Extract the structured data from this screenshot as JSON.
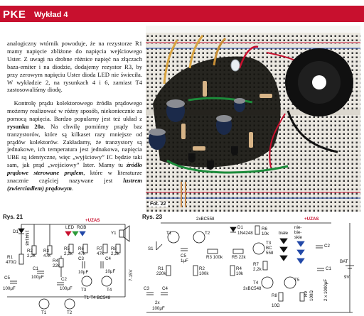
{
  "header": {
    "title": "PKE",
    "subtitle": "Wykład 4"
  },
  "colA": {
    "p1": "analogiczny wtórnik powoduje, że na rezystorze R1 mamy napięcie zbliżone do napięcia wejściowego Uster. Z uwagi na drobne różnice napięć na złączach baza-emiter i na diodzie, dodajemy rezystor R3, by przy zerowym napięciu Uster dioda LED nie świeciła. W wykładzie 2, na rysunkach 4 i 6, zamiast T4 zastosowaliśmy diodę."
  },
  "colB": {
    "p2a": "Kontrolę prądu kolektorowego źródła prądowego możemy realizować w różny sposób, niekoniecznie za pomocą napięcia. Bardzo popularny jest też układ z ",
    "p2bold": "rysunku 20a",
    "p2b": ". Na chwilę pomińmy prądy baz tranzystorów, które są kilkaset razy mniejsze od prądów kolektorów. Zakładamy, że tranzystory są jednakowe, ich temperatura jest jednakowa, napięcia UBE są identyczne, więc „wyjściowy” IC będzie taki sam, jak prąd „wejściowy” Ister. Mamy tu ",
    "p2it": "źródło prądowe sterowane prądem",
    "p2c": ", które w literaturze znacznie częściej nazywane jest ",
    "p2it2": "lustrem (zwierciadłem) prądowym",
    "p2end": "."
  },
  "photo": {
    "label": "Fot. 22"
  },
  "rys21": {
    "title": "Rys. 21",
    "labels": {
      "d1": "D1",
      "d1part": "1N4148",
      "r1": "R1",
      "r1v": "470Ω",
      "r2": "R2",
      "r2v": "2,2k",
      "r3": "R3",
      "r3v": "47k",
      "r4": "R4",
      "r4v": "22k",
      "r5": "R5",
      "r5v": "2,2k",
      "r6": "R6",
      "r6v": "47k",
      "r7": "R7",
      "r7v": "47k",
      "r8": "R8",
      "r8v": "2,2k",
      "led": "LED",
      "rgb": "RGB",
      "y1": "Y1",
      "uzas": "+UZAS",
      "c1": "C1",
      "c1v": "100μF",
      "c2": "C2",
      "c2v": "100μF",
      "c3": "C3",
      "c3v": "10μF",
      "c4": "C4",
      "c4v": "10μF",
      "c5": "C5",
      "c5v": "100μF",
      "t1": "T1",
      "t2": "T2",
      "t3": "T3",
      "t4": "T4",
      "tpart": "T1-T4 BC548",
      "vs": "7-15V"
    }
  },
  "rys23": {
    "title": "Rys. 23",
    "labels": {
      "t12": "2xBC558",
      "t1": "T1",
      "t2": "T2",
      "d1": "D1",
      "d1part": "1N4248",
      "r6": "R6",
      "r6v": "10k",
      "s1": "S1",
      "c5": "C5",
      "c5v": "1μF",
      "r3": "R3 100k",
      "r5": "R5 22k",
      "t3": "T3",
      "t3part": "BC",
      "t3part2": "558",
      "biale": "białe",
      "nieb1": "nie-",
      "nieb2": "bie-",
      "nieb3": "skie",
      "uzas": "+UZAS",
      "c2": "C2",
      "r1": "R1",
      "r1v": "220k",
      "r2": "R2",
      "r2v": "100k",
      "r4": "R4",
      "r4v": "10k",
      "r7": "R7",
      "r7v": "2,2k",
      "c1": "C1",
      "c12": "2 x 1000μF",
      "bat": "BAT",
      "batv": "9V",
      "t4": "T4",
      "t4part": "3xBC548",
      "r8": "R8",
      "r8v": "10Ω",
      "r9": "R9",
      "r9v": "100Ω",
      "t5": "T5",
      "c3": "C3",
      "c4": "C4",
      "c34": "2x",
      "c34v": "100μF"
    }
  }
}
